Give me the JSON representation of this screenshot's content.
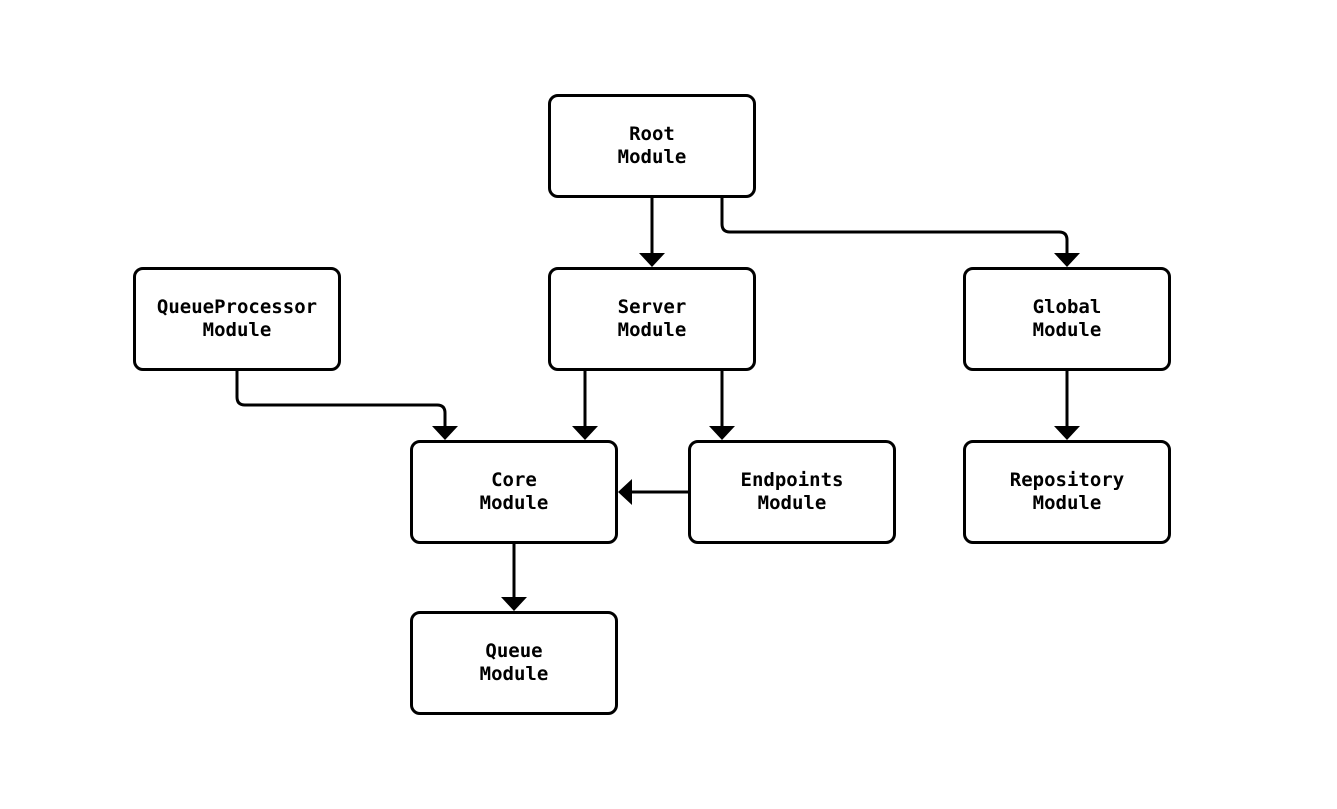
{
  "diagram": {
    "type": "module-dependency-flowchart",
    "background_color": "#ffffff",
    "node_border_color": "#000000",
    "node_fill_color": "#ffffff",
    "edge_color": "#000000",
    "nodes": {
      "root": {
        "line1": "Root",
        "line2": "Module"
      },
      "queueprocessor": {
        "line1": "QueueProcessor",
        "line2": "Module"
      },
      "server": {
        "line1": "Server",
        "line2": "Module"
      },
      "global": {
        "line1": "Global",
        "line2": "Module"
      },
      "core": {
        "line1": "Core",
        "line2": "Module"
      },
      "endpoints": {
        "line1": "Endpoints",
        "line2": "Module"
      },
      "repository": {
        "line1": "Repository",
        "line2": "Module"
      },
      "queue": {
        "line1": "Queue",
        "line2": "Module"
      }
    },
    "edges": [
      {
        "from": "Root Module",
        "to": "Server Module"
      },
      {
        "from": "Root Module",
        "to": "Global Module"
      },
      {
        "from": "QueueProcessor Module",
        "to": "Core Module"
      },
      {
        "from": "Server Module",
        "to": "Core Module"
      },
      {
        "from": "Server Module",
        "to": "Endpoints Module"
      },
      {
        "from": "Endpoints Module",
        "to": "Core Module"
      },
      {
        "from": "Global Module",
        "to": "Repository Module"
      },
      {
        "from": "Core Module",
        "to": "Queue Module"
      }
    ]
  }
}
